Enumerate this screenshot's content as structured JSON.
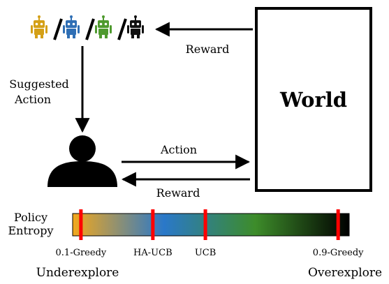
{
  "world": {
    "label": "World"
  },
  "edges": {
    "reward_top": "Reward",
    "suggested_action": [
      "Suggested",
      "Action"
    ],
    "action": "Action",
    "reward_bottom": "Reward"
  },
  "robots": [
    {
      "name": "robot-yellow",
      "color": "#D4A017"
    },
    {
      "name": "robot-blue",
      "color": "#2F6FB5"
    },
    {
      "name": "robot-green",
      "color": "#4E9A2E"
    },
    {
      "name": "robot-black",
      "color": "#111111"
    }
  ],
  "entropy_bar": {
    "title": [
      "Policy",
      "Entropy"
    ],
    "gradient_colors": [
      "#F2A81D",
      "#2A78C9",
      "#3D8C2A",
      "#000000"
    ],
    "markers": [
      {
        "label": "0.1-Greedy",
        "position": 0.03
      },
      {
        "label": "HA-UCB",
        "position": 0.29
      },
      {
        "label": "UCB",
        "position": 0.48
      },
      {
        "label": "0.9-Greedy",
        "position": 0.96
      }
    ],
    "marker_color": "#FF0000",
    "left_caption": "Underexplore",
    "right_caption": "Overexplore"
  }
}
